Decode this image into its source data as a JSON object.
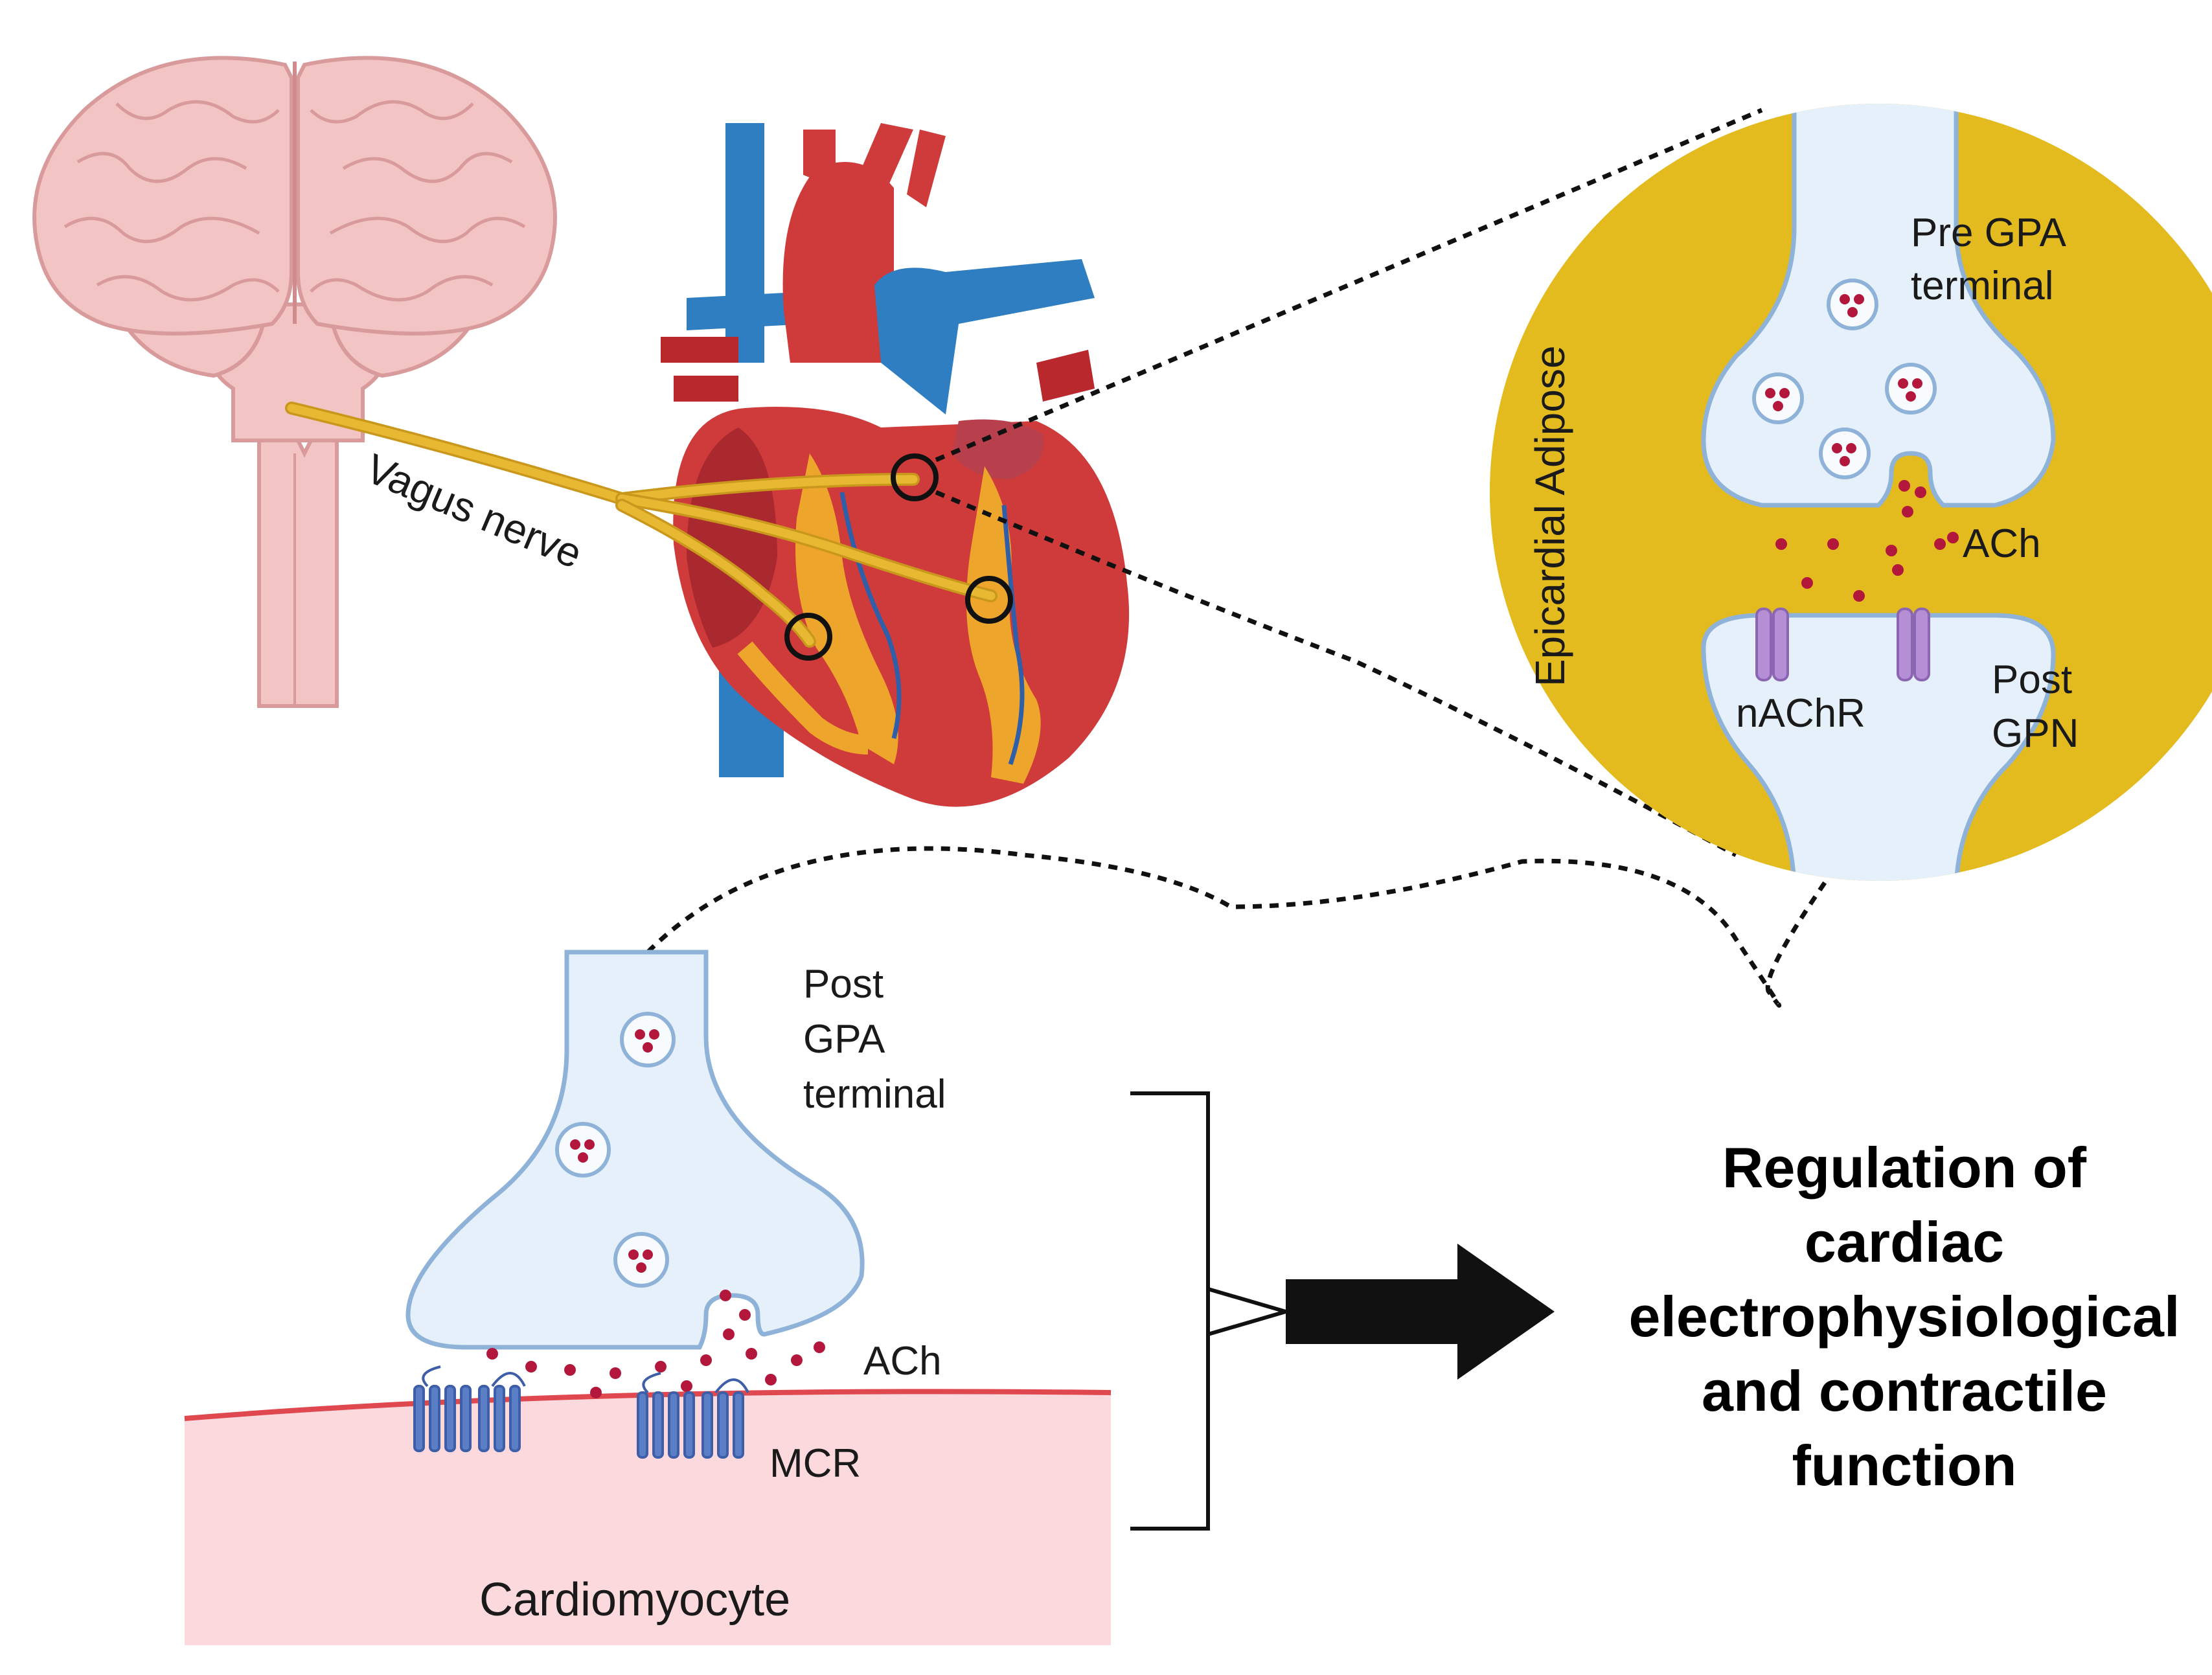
{
  "labels": {
    "vagus_nerve": "Vagus nerve",
    "epicardial_adipose": "Epicardial Adipose",
    "pre_gpa_line1": "Pre GPA",
    "pre_gpa_line2": "terminal",
    "ach_top": "ACh",
    "nachr": "nAChR",
    "post_gpn_line1": "Post",
    "post_gpn_line2": "GPN",
    "post_gpa_line1": "Post",
    "post_gpa_line2": "GPA",
    "post_gpa_line3": "terminal",
    "ach_bottom": "ACh",
    "mcr": "MCR",
    "cardiomyocyte": "Cardiomyocyte"
  },
  "outcome": {
    "lines": [
      "Regulation of",
      "cardiac",
      "electrophysiological",
      "and contractile",
      "function"
    ]
  },
  "colors": {
    "brain": "#f2c4c3",
    "brain_outline": "#d89a9a",
    "heart_red": "#cf3b3b",
    "heart_dark": "#a9292e",
    "vessel_blue": "#2f7ec2",
    "nerve_yellow": "#e7b932",
    "adipose": "#e3bb1f",
    "synapse_fill": "#e6f0fa",
    "synapse_outline": "#8fb3d8",
    "vesicle_dot": "#b3183c",
    "receptor_purple": "#b48fd6",
    "receptor_blue": "#5b7fc7",
    "cell_pink": "#fbd9dc",
    "membrane_red": "#e0484f"
  }
}
